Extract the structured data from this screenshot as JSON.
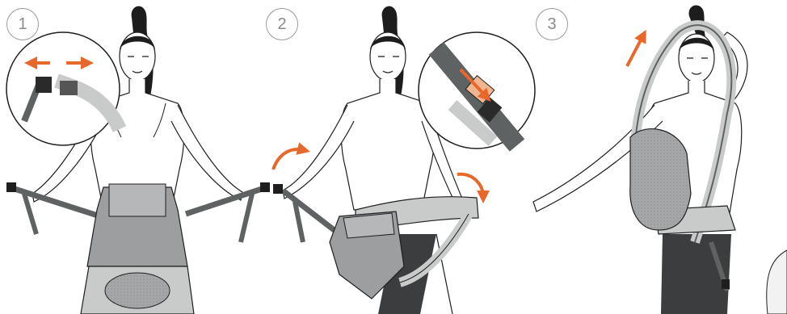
{
  "steps": [
    {
      "number": "1"
    },
    {
      "number": "2"
    },
    {
      "number": "3"
    }
  ],
  "colors": {
    "accent_arrow": "#e8672a",
    "strap_dark": "#5f6263",
    "strap_light": "#c9cbcb",
    "carrier_panel": "#9c9ea0",
    "line": "#1e1e1e",
    "badge_border": "#9a9a9a",
    "badge_text": "#8a8a8a"
  },
  "icons": [
    "double-arrow-icon",
    "curved-arrow-icon",
    "diagonal-arrow-icon",
    "buckle-icon"
  ]
}
